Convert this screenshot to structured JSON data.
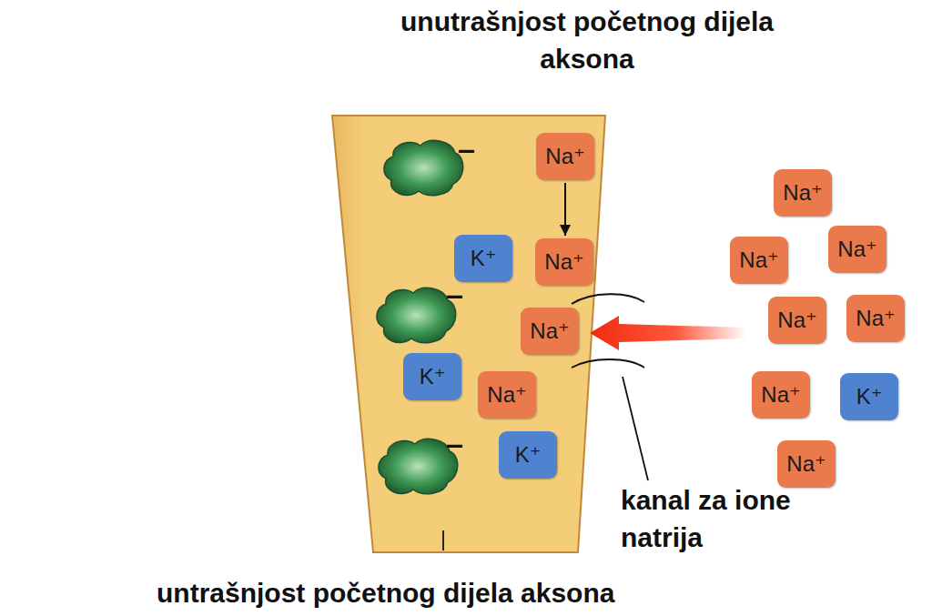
{
  "diagram": {
    "title": "unutrašnjost početnog dijela aksona",
    "nodes": [
      {
        "text": [
          "Na⁺"
        ]
      },
      {
        "text": [
          "K⁺"
        ]
      },
      {
        "text": [
          "Na⁺"
        ]
      },
      {
        "text": [
          "Na⁺"
        ]
      },
      {
        "text": [
          "K⁺"
        ]
      },
      {
        "text": [
          "Na⁺"
        ]
      },
      {
        "text": [
          "K⁺"
        ]
      },
      {
        "text": [
          "Na⁺"
        ]
      },
      {
        "text": [
          "Na⁺"
        ]
      },
      {
        "text": [
          "Na⁺"
        ]
      },
      {
        "text": [
          "Na⁺"
        ]
      },
      {
        "text": [
          "Na⁺"
        ]
      },
      {
        "text": [
          "Na⁺"
        ]
      },
      {
        "text": [
          "K⁺"
        ]
      },
      {
        "text": [
          "Na⁺"
        ]
      }
    ],
    "edges": [
      {
        "from": 0,
        "to": 2,
        "arrow": "to"
      }
    ],
    "labels": [
      "–",
      "–",
      "–",
      "kanal za ione natrija",
      "untrašnjost početnog dijela aksona"
    ]
  }
}
